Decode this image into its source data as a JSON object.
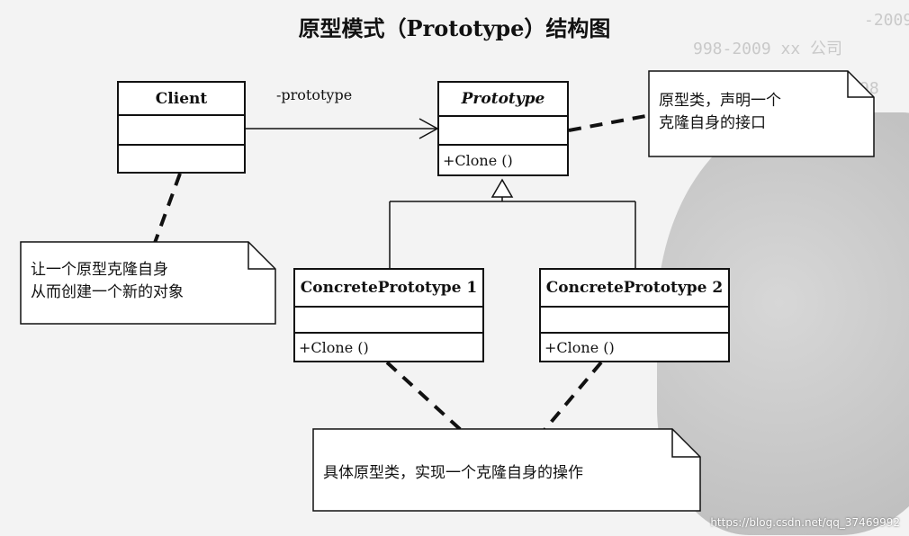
{
  "title": "原型模式（Prototype）结构图",
  "client": {
    "name": "Client"
  },
  "association_label": "-prototype",
  "prototype": {
    "name": "Prototype",
    "operation": "+Clone ()"
  },
  "concrete1": {
    "name": "ConcretePrototype 1",
    "operation": "+Clone ()"
  },
  "concrete2": {
    "name": "ConcretePrototype 2",
    "operation": "+Clone ()"
  },
  "notes": {
    "prototype": [
      "原型类，声明一个",
      "克隆自身的接口"
    ],
    "client": [
      "让一个原型克隆自身",
      "从而创建一个新的对象"
    ],
    "concrete": [
      "具体原型类，实现一个克隆自身的操作"
    ]
  },
  "watermark": "https://blog.csdn.net/qq_37469992",
  "background_text": [
    "-2009",
    "998-2009 xx 公司",
    "98",
    "98-200"
  ]
}
